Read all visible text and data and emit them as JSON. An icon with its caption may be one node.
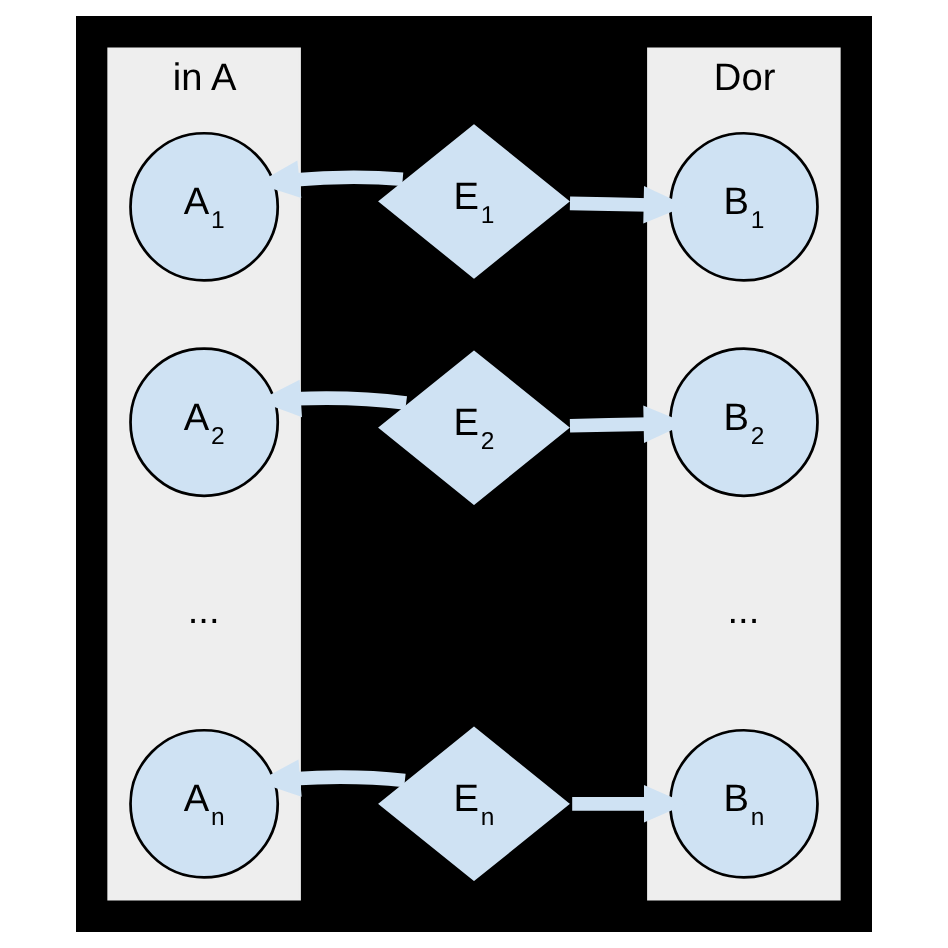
{
  "diagram": {
    "nodes": [
      {
        "text": [
          "in A"
        ]
      },
      {
        "text": [
          "A$_{1}$"
        ],
        "in": 0
      },
      {
        "text": [
          "A$_{2}$"
        ],
        "in": 0
      },
      {
        "text": [
          "A$_{n}$"
        ],
        "in": 0
      },
      {
        "text": [
          "E$_{1}$"
        ]
      },
      {
        "text": [
          "E$_{2}$"
        ]
      },
      {
        "text": [
          "E$_{n}$"
        ]
      },
      {
        "text": [
          "Dor"
        ]
      },
      {
        "text": [
          "B$_{1}$"
        ],
        "in": 7
      },
      {
        "text": [
          "B$_{2}$"
        ],
        "in": 7
      },
      {
        "text": [
          "B$_{n}$"
        ],
        "in": 7
      }
    ],
    "edges": [
      {
        "from": 4,
        "to": 1,
        "arrow": "to"
      },
      {
        "from": 4,
        "to": 8,
        "arrow": "to"
      },
      {
        "from": 5,
        "to": 2,
        "arrow": "to"
      },
      {
        "from": 5,
        "to": 9,
        "arrow": "to"
      },
      {
        "from": 6,
        "to": 3,
        "arrow": "to"
      },
      {
        "from": 6,
        "to": 10,
        "arrow": "to"
      }
    ],
    "labels": [
      "...",
      "..."
    ]
  }
}
